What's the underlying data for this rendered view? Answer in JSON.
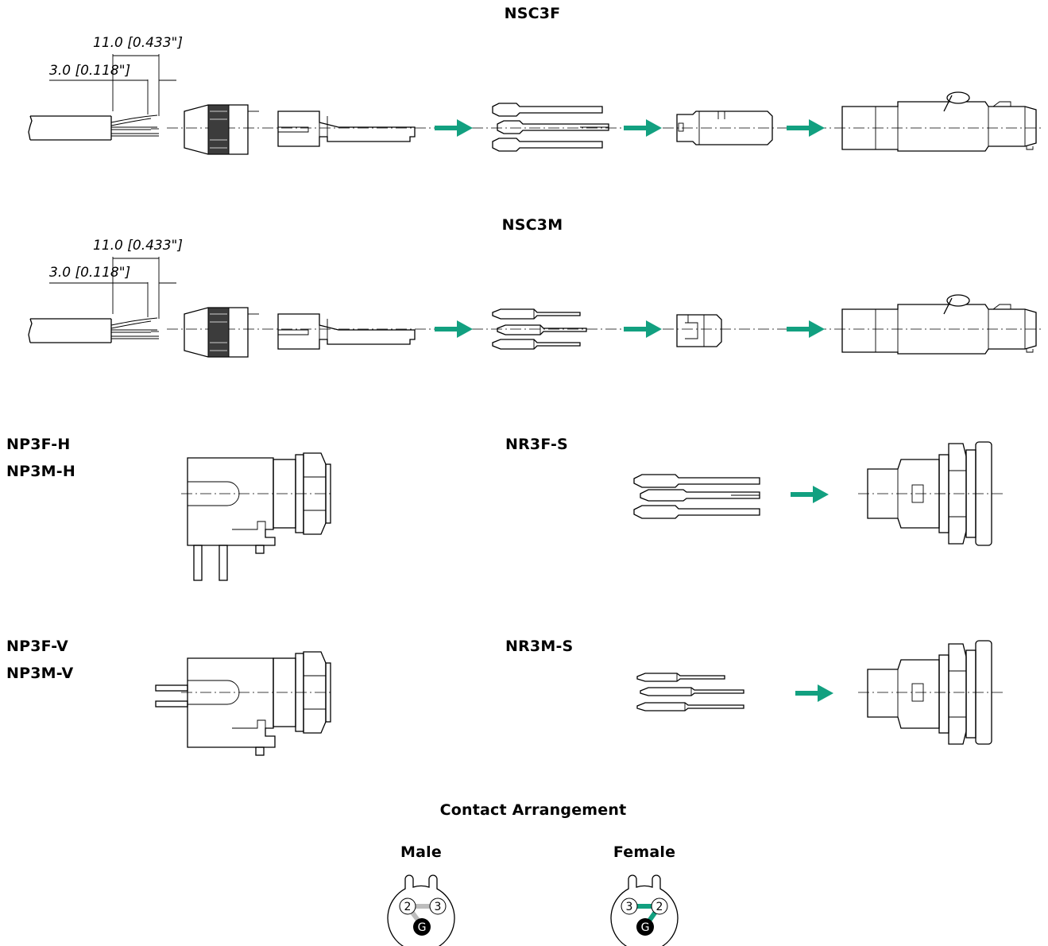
{
  "sections": {
    "nsc3f": {
      "title": "NSC3F"
    },
    "nsc3m": {
      "title": "NSC3M"
    },
    "np3h": {
      "title_1": "NP3F-H",
      "title_2": "NP3M-H"
    },
    "nr3f": {
      "title": "NR3F-S"
    },
    "np3v": {
      "title_1": "NP3F-V",
      "title_2": "NP3M-V"
    },
    "nr3m": {
      "title": "NR3M-S"
    }
  },
  "dimensions": {
    "outer": "11.0  [0.433\"]",
    "inner": "3.0  [0.118\"]"
  },
  "contact": {
    "title": "Contact Arrangement",
    "male": {
      "label": "Male",
      "pins": [
        "2",
        "3",
        "G"
      ]
    },
    "female": {
      "label": "Female",
      "pins": [
        "3",
        "2",
        "G"
      ]
    }
  },
  "colors": {
    "arrow": "#12a080",
    "male_link": "#bdbdbd",
    "female_link": "#12a080",
    "ground": "#000000"
  }
}
